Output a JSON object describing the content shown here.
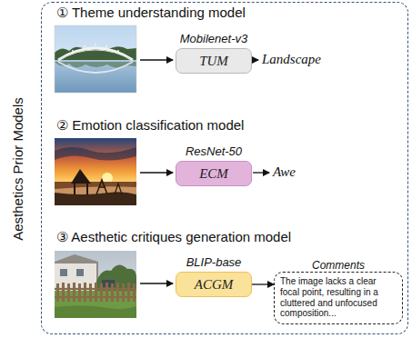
{
  "diagram": {
    "nodes": [
      {
        "text": [
          "Aesthetics Prior Models"
        ]
      },
      {
        "text": [
          "Mobilenet-v3",
          "TUM"
        ],
        "in": 0
      },
      {
        "text": [
          "ResNet-50",
          "ECM"
        ],
        "in": 0
      },
      {
        "text": [
          "BLIP-base",
          "ACGM"
        ],
        "in": 0
      },
      {
        "text": [
          "Comments",
          "The image lacks a clear focal point, resulting in a cluttered and unfocused composition..."
        ],
        "in": 0
      }
    ],
    "edges": [
      {
        "from": 3,
        "to": 4,
        "arrow": "to"
      }
    ],
    "labels": [
      "① Theme understanding model",
      "Landscape",
      "② Emotion classification model",
      "Awe",
      "③ Aesthetic critiques generation model"
    ]
  }
}
